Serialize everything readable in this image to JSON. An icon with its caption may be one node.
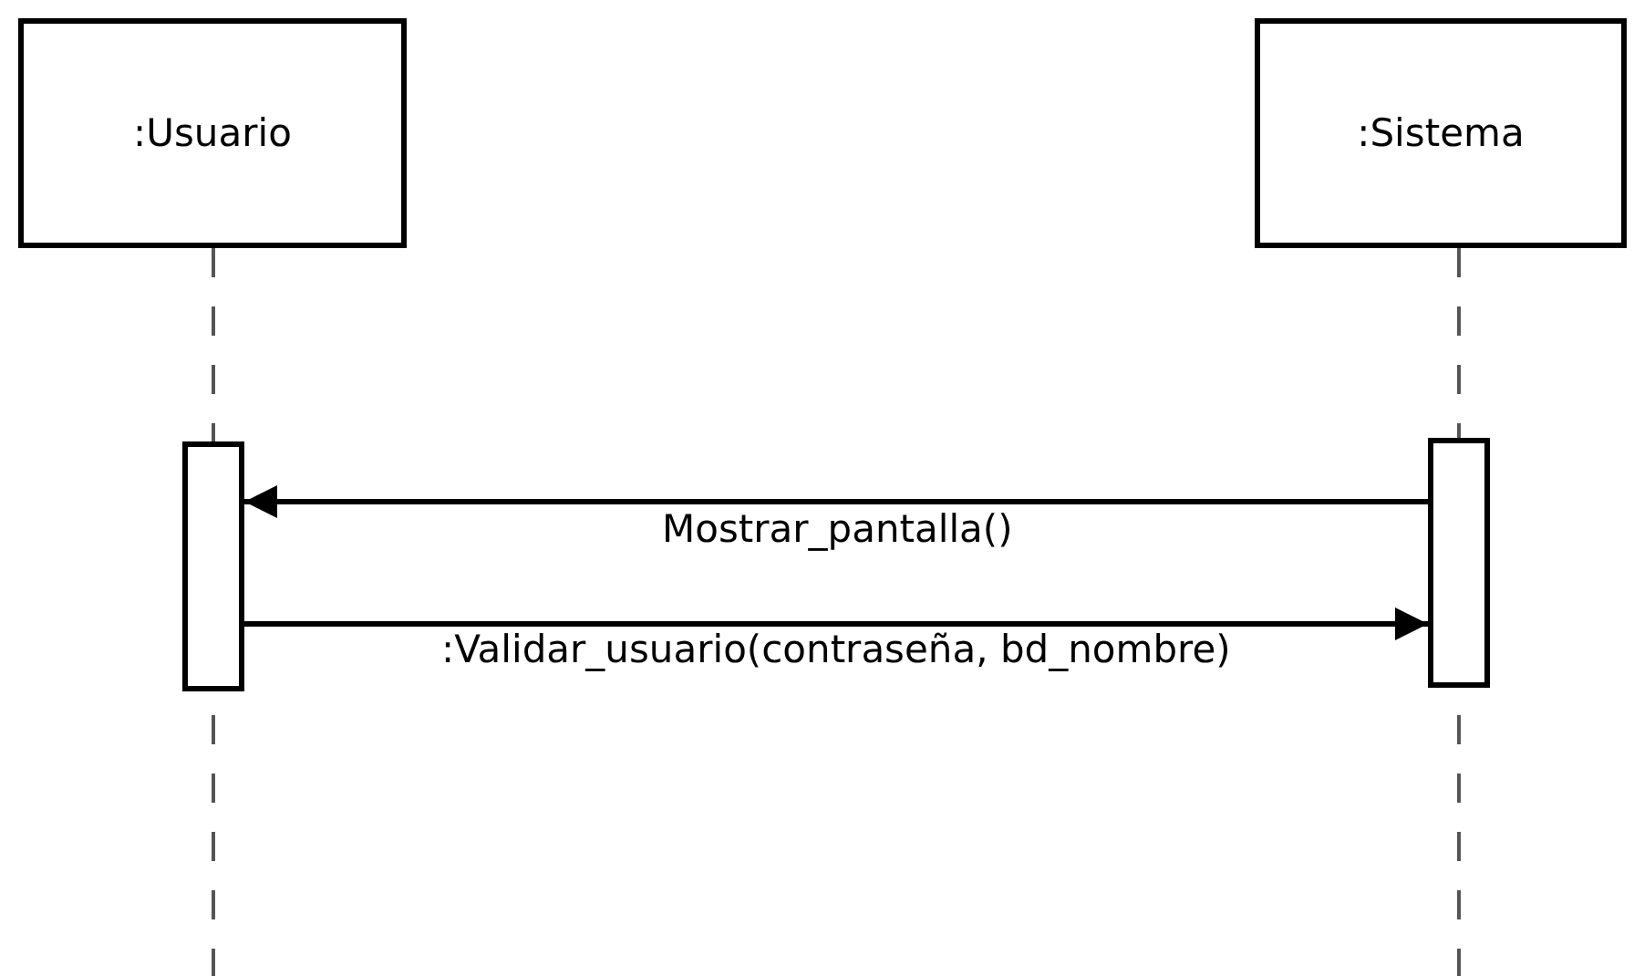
{
  "diagram": {
    "nodes": [
      {
        "text": [
          ":Usuario"
        ]
      },
      {
        "text": [
          ":Sistema"
        ]
      },
      {
        "text": [],
        "shape": "bar"
      },
      {
        "text": [],
        "shape": "bar"
      }
    ],
    "edges": [
      {
        "from": 3,
        "to": 2,
        "arrow": "to",
        "label": "Mostrar_pantalla()"
      },
      {
        "from": 2,
        "to": 3,
        "arrow": "to",
        "label": ":Validar_usuario(contraseña, bd_nombre)"
      }
    ]
  }
}
